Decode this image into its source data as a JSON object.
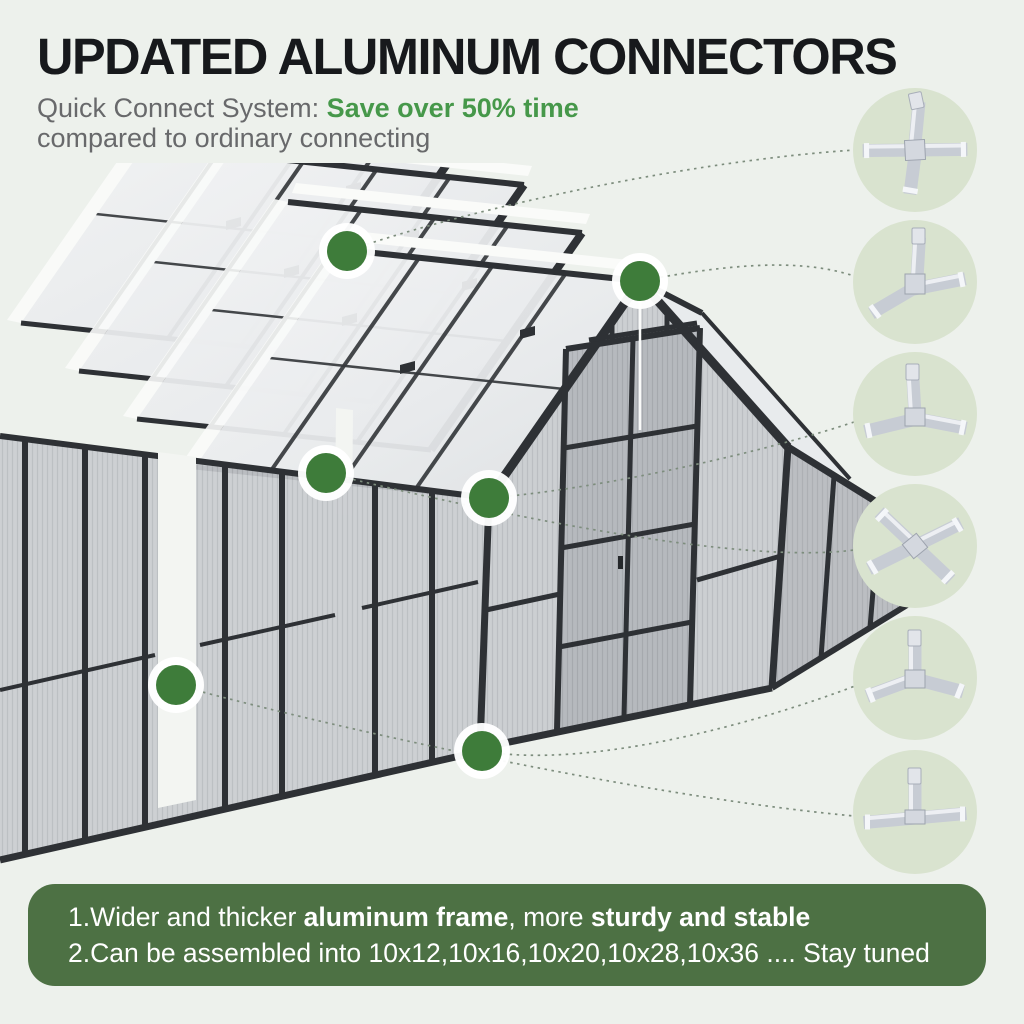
{
  "page": {
    "bg": "#edf1ec"
  },
  "header": {
    "title": "UPDATED ALUMINUM CONNECTORS",
    "subtitle_prefix": "Quick Connect System: ",
    "subtitle_highlight": "Save over 50% time",
    "subtitle_line2": "compared to ordinary connecting"
  },
  "colors": {
    "page_bg": "#edf1ec",
    "accent_green": "#46984a",
    "banner_green": "#4d7144",
    "dot_green": "#3e7c3a",
    "circle_sage": "#d9e3cf",
    "line_color": "#7d8d7d",
    "frame_color": "#2e3135"
  },
  "callouts": {
    "connector_icons": [
      {
        "name": "four-way-cross-connector-icon"
      },
      {
        "name": "three-way-ridge-corner-connector-icon"
      },
      {
        "name": "three-way-eave-corner-connector-icon"
      },
      {
        "name": "four-way-x-connector-icon"
      },
      {
        "name": "three-way-base-corner-connector-icon"
      },
      {
        "name": "t-shape-connector-icon"
      }
    ]
  },
  "footer": {
    "lines": [
      {
        "segments": [
          {
            "text": "1.Wider and thicker ",
            "bold": false
          },
          {
            "text": "aluminum frame",
            "bold": true
          },
          {
            "text": ", more ",
            "bold": false
          },
          {
            "text": "sturdy and stable",
            "bold": true
          }
        ]
      },
      {
        "segments": [
          {
            "text": "2.Can be assembled into 10x12,10x16,10x20,10x28,10x36 .... Stay tuned",
            "bold": false
          }
        ]
      }
    ]
  }
}
